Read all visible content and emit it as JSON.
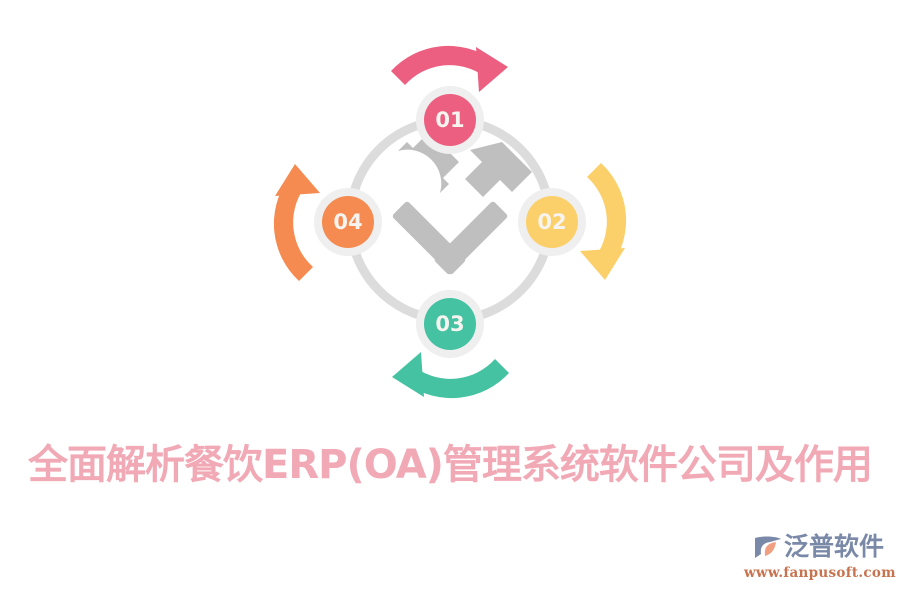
{
  "title": "全面解析餐饮ERP(OA)管理系统软件公司及作用",
  "colors": {
    "step_01": "#ec5f80",
    "step_02": "#fbd06a",
    "step_03": "#44c2a2",
    "step_04": "#f58b50",
    "ring": "#dcdcdc",
    "badge_halo": "#efefef",
    "center_icon": "#bfbfbf",
    "title": "#f2a9b6",
    "brand_name": "#7b89a8",
    "brand_url": "#c7734f",
    "brand_mark_primary": "#7b89a8",
    "brand_mark_accent": "#f0a080",
    "background": "#ffffff"
  },
  "diagram": {
    "name": "four-step-clockwise-cycle",
    "center_icon": "crossed-hammers-icon",
    "steps": [
      {
        "id": "01",
        "label": "01",
        "position": "top",
        "color": "#ec5f80",
        "arrow": "curved-arrow-right-icon"
      },
      {
        "id": "02",
        "label": "02",
        "position": "right",
        "color": "#fbd06a",
        "arrow": "curved-arrow-down-icon"
      },
      {
        "id": "03",
        "label": "03",
        "position": "bottom",
        "color": "#44c2a2",
        "arrow": "curved-arrow-left-icon"
      },
      {
        "id": "04",
        "label": "04",
        "position": "left",
        "color": "#f58b50",
        "arrow": "curved-arrow-up-icon"
      }
    ]
  },
  "brand": {
    "name": "泛普软件",
    "url": "www.fanpusoft.com",
    "mark": "fanpu-swoosh-logo-icon"
  }
}
